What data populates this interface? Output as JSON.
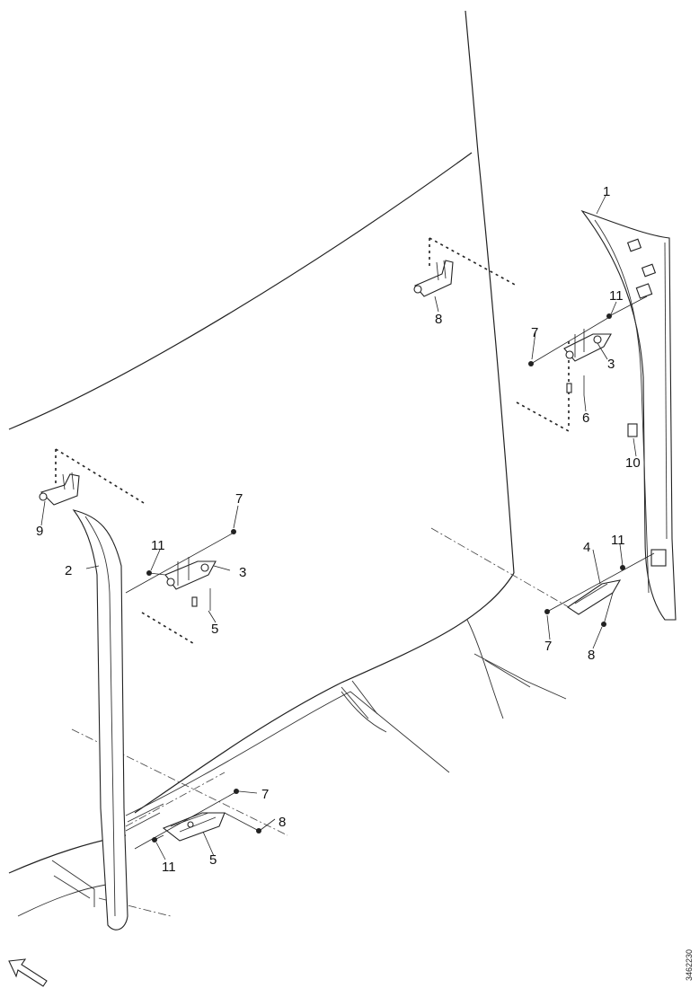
{
  "callouts": {
    "c1": "1",
    "c2": "2",
    "c3_upper": "3",
    "c3_lower": "3",
    "c4": "4",
    "c5_lower": "5",
    "c5_mid": "5",
    "c6": "6",
    "c7_a": "7",
    "c7_b": "7",
    "c7_c": "7",
    "c7_d": "7",
    "c8_a": "8",
    "c8_b": "8",
    "c8_c": "8",
    "c9": "9",
    "c10": "10",
    "c11_a": "11",
    "c11_b": "11",
    "c11_c": "11",
    "c11_d": "11"
  },
  "doc_id": "3462230",
  "icons": {
    "direction": "forward-arrow-icon"
  }
}
